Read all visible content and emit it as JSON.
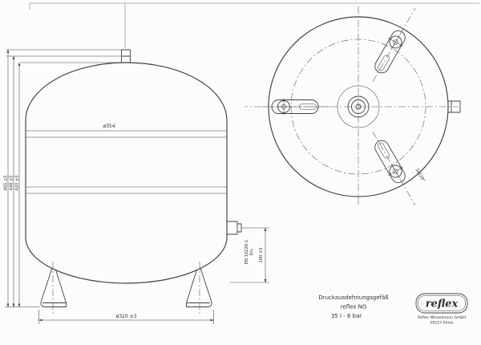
{
  "front_view": {
    "height_dims": [
      "465 ±5",
      "448 ±5",
      "420 ±3"
    ],
    "diameter_label": "ø354",
    "base_circle_label": "ø320 ±3",
    "connection_height_label": "100 ±3",
    "thread_standard": "EN 10226-1",
    "thread_size": "R¾"
  },
  "top_view": {
    "pitch_label": "3x120°"
  },
  "title_block": {
    "product": "Druckausdehnungsgefäß",
    "series": "reflex NG",
    "capacity_pressure": "35 l  - 6 bar",
    "logo_text": "reflex",
    "company": "Reflex Winkelmann GmbH",
    "city": "59227 Ahlen"
  }
}
